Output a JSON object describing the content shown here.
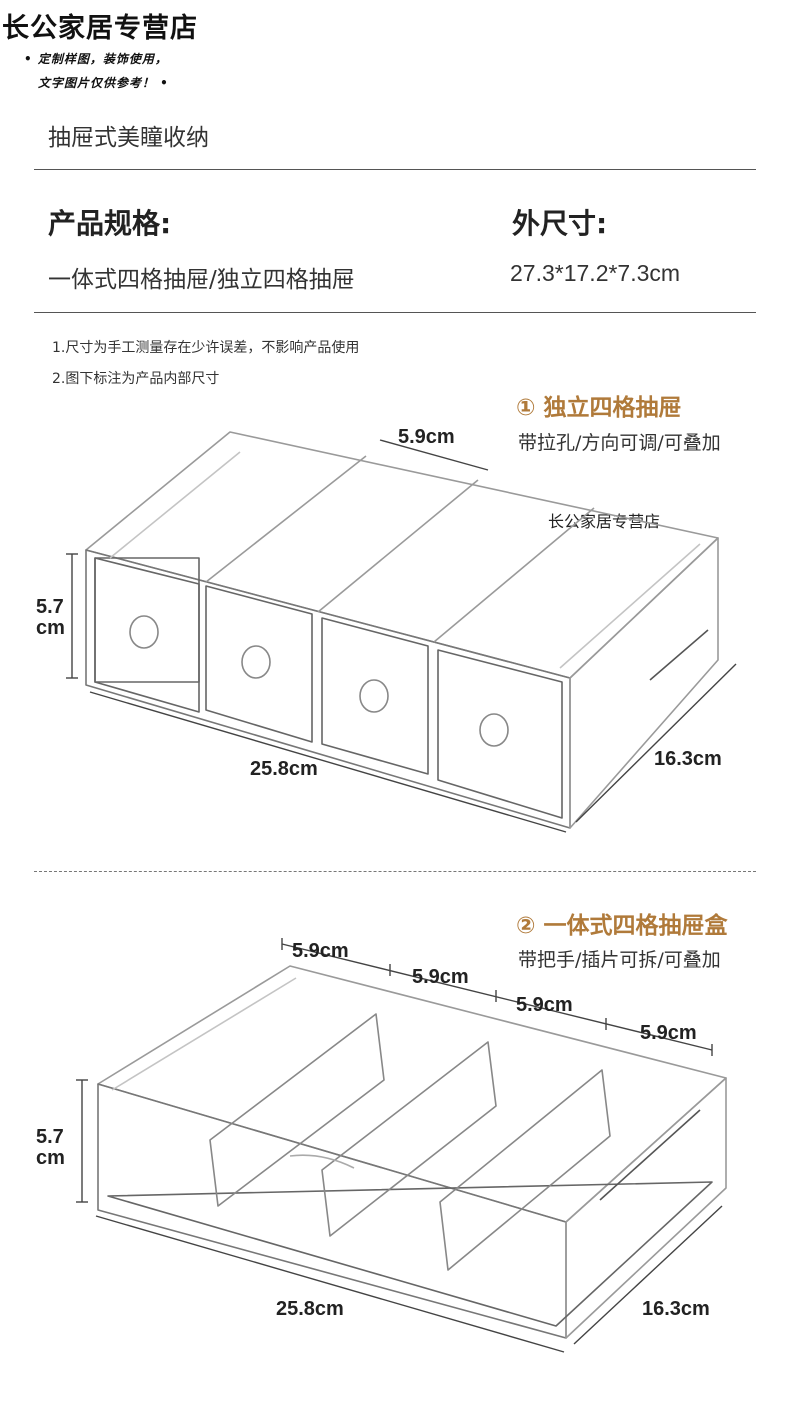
{
  "header": {
    "shop_name": "长公家居专营店",
    "note_line1": "• 定制样图，装饰使用，",
    "note_line2": "文字图片仅供参考！ •"
  },
  "subtitle": "抽屉式美瞳收纳",
  "spec": {
    "label": "产品规格:",
    "value": "一体式四格抽屉/独立四格抽屉"
  },
  "size": {
    "label": "外尺寸:",
    "value": "27.3*17.2*7.3cm"
  },
  "notes": [
    "1.尺寸为手工测量存在少许误差，不影响产品使用",
    "2.图下标注为产品内部尺寸"
  ],
  "product1": {
    "title": "① 独立四格抽屉",
    "feature": "带拉孔/方向可调/可叠加",
    "watermark": "长公家居专营店",
    "dims": {
      "width": "25.8cm",
      "depth": "16.3cm",
      "height_num": "5.7",
      "height_unit": "cm",
      "compartment": "5.9cm"
    }
  },
  "product2": {
    "title": "② 一体式四格抽屉盒",
    "feature": "带把手/插片可拆/可叠加",
    "dims": {
      "width": "25.8cm",
      "depth": "16.3cm",
      "height_num": "5.7",
      "height_unit": "cm",
      "compartment": [
        "5.9cm",
        "5.9cm",
        "5.9cm",
        "5.9cm"
      ]
    }
  },
  "colors": {
    "accent": "#b07a3a",
    "text": "#222222",
    "rule": "#555555"
  }
}
